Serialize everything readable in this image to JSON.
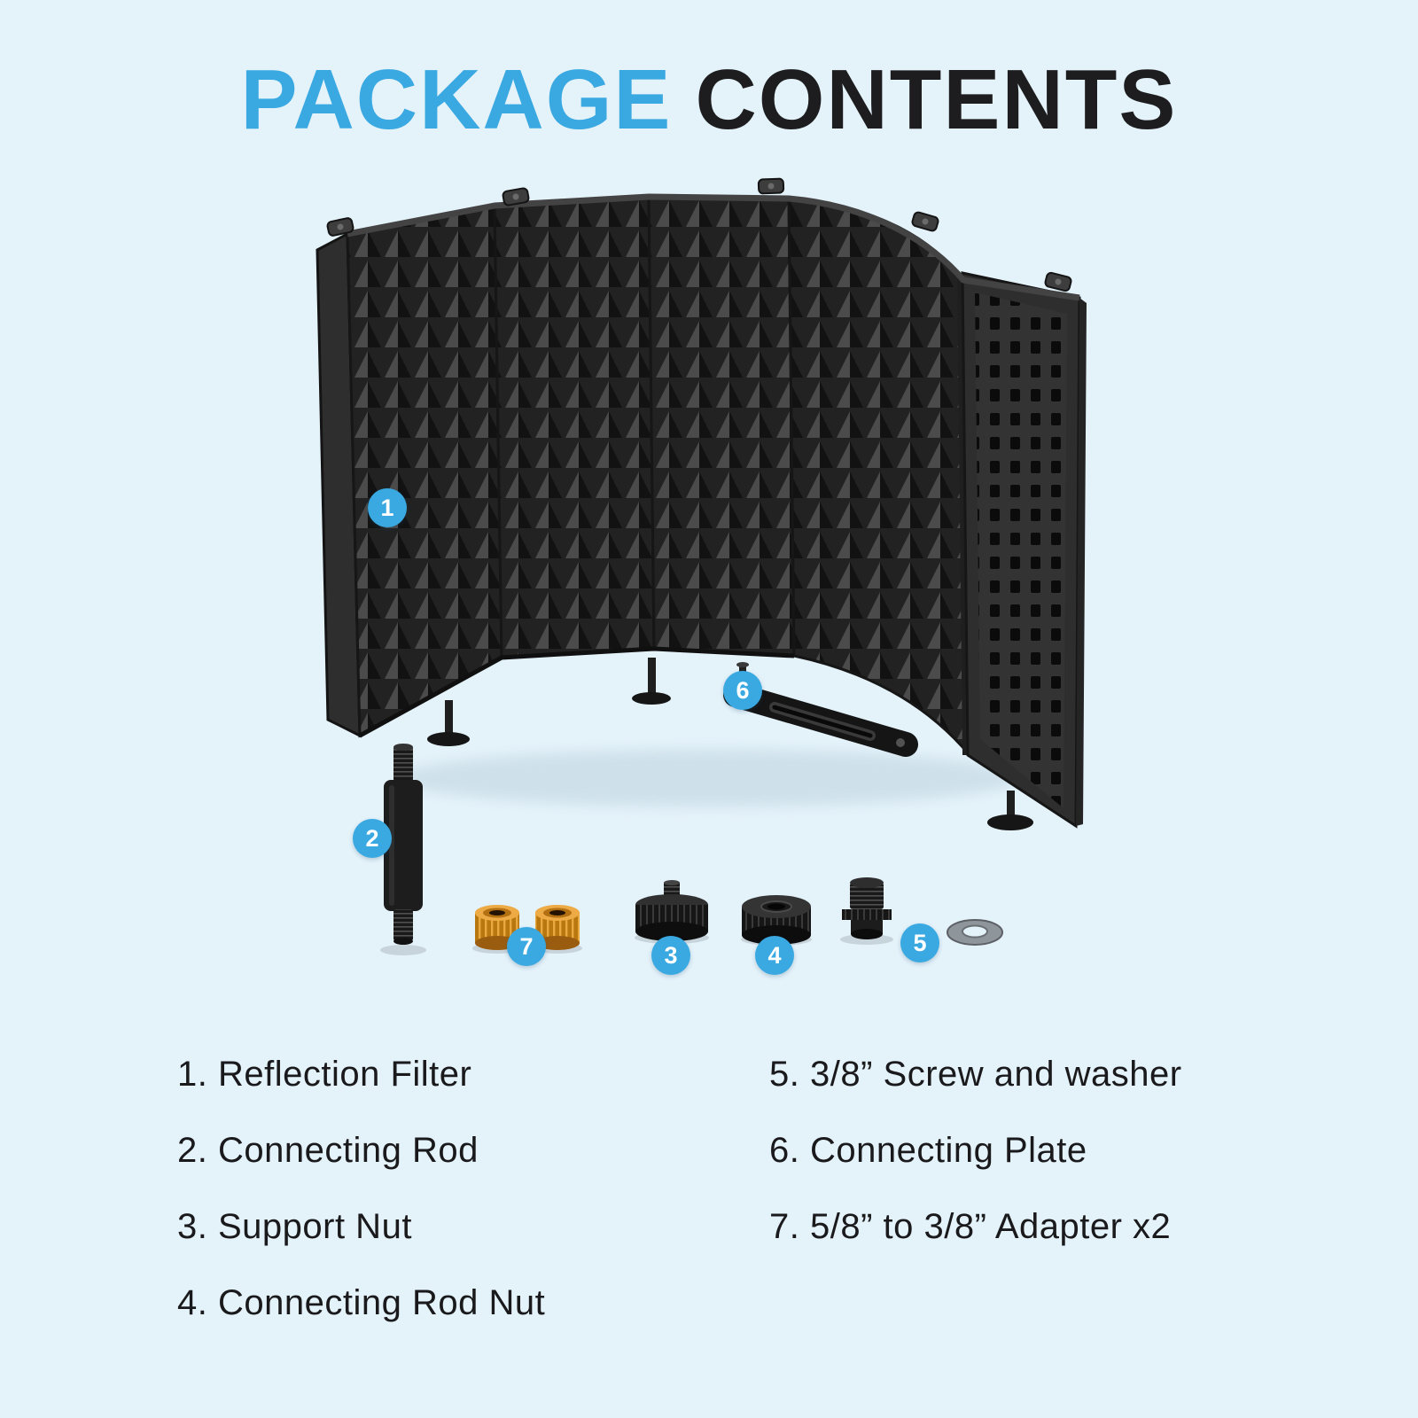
{
  "title": {
    "highlight": "PACKAGE",
    "rest": "CONTENTS"
  },
  "colors": {
    "background": "#e4f2fa",
    "accent": "#3aa9e2",
    "heading": "#1d1d1f",
    "text": "#1a1a1c"
  },
  "badges": [
    {
      "number": "1"
    },
    {
      "number": "2"
    },
    {
      "number": "3"
    },
    {
      "number": "4"
    },
    {
      "number": "5"
    },
    {
      "number": "6"
    },
    {
      "number": "7"
    }
  ],
  "legend": {
    "left": [
      "1. Reflection Filter",
      "2. Connecting Rod",
      "3. Support Nut",
      "4. Connecting Rod Nut"
    ],
    "right": [
      "5. 3/8” Screw and washer",
      "6. Connecting Plate",
      "7. 5/8” to 3/8” Adapter x2"
    ]
  }
}
